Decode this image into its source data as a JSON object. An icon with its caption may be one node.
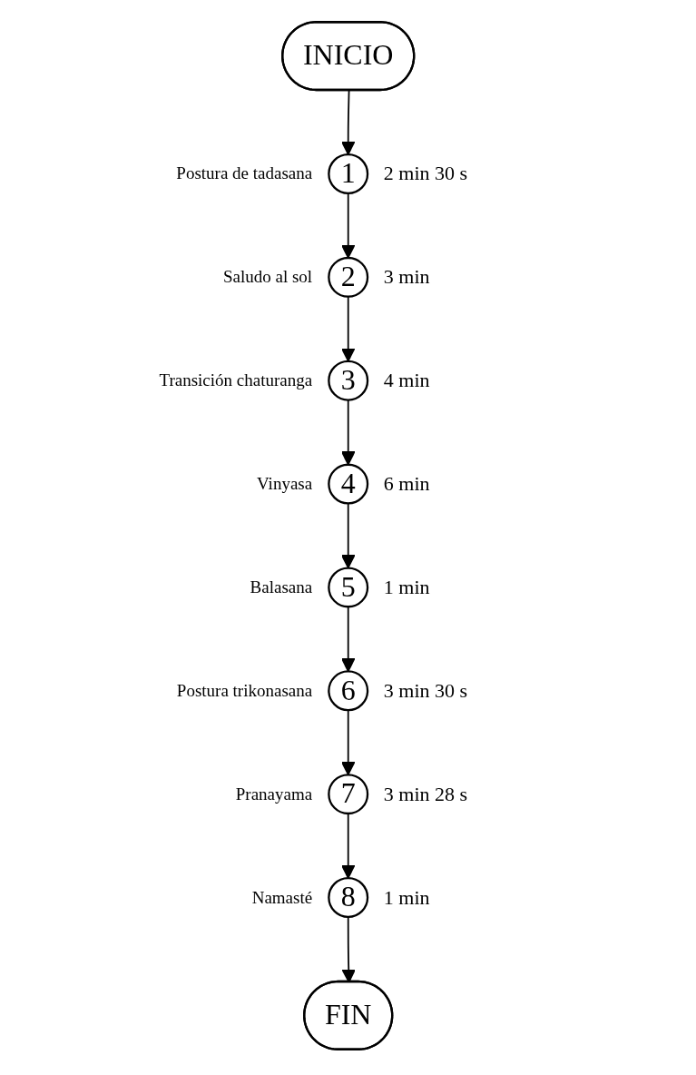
{
  "diagram": {
    "nodes": [
      {
        "text": [
          "INICIO"
        ]
      },
      {
        "text": [
          "1"
        ],
        "beside": [
          "Postura de tadasana",
          "2 min 30 s"
        ]
      },
      {
        "text": [
          "2"
        ],
        "beside": [
          "Saludo al sol",
          "3 min"
        ]
      },
      {
        "text": [
          "3"
        ],
        "beside": [
          "Transición chaturanga",
          "4 min"
        ]
      },
      {
        "text": [
          "4"
        ],
        "beside": [
          "Vinyasa",
          "6 min"
        ]
      },
      {
        "text": [
          "5"
        ],
        "beside": [
          "Balasana",
          "1 min"
        ]
      },
      {
        "text": [
          "6"
        ],
        "beside": [
          "Postura trikonasana",
          "3 min 30 s"
        ]
      },
      {
        "text": [
          "7"
        ],
        "beside": [
          "Pranayama",
          "3 min 28 s"
        ]
      },
      {
        "text": [
          "8"
        ],
        "beside": [
          "Namasté",
          "1 min"
        ]
      },
      {
        "text": [
          "FIN"
        ]
      }
    ],
    "edges": [
      {
        "from": 0,
        "to": 1,
        "arrow": "to"
      },
      {
        "from": 1,
        "to": 2,
        "arrow": "to"
      },
      {
        "from": 2,
        "to": 3,
        "arrow": "to"
      },
      {
        "from": 3,
        "to": 4,
        "arrow": "to"
      },
      {
        "from": 4,
        "to": 5,
        "arrow": "to"
      },
      {
        "from": 5,
        "to": 6,
        "arrow": "to"
      },
      {
        "from": 6,
        "to": 7,
        "arrow": "to"
      },
      {
        "from": 7,
        "to": 8,
        "arrow": "to"
      },
      {
        "from": 8,
        "to": 9,
        "arrow": "to"
      }
    ]
  }
}
